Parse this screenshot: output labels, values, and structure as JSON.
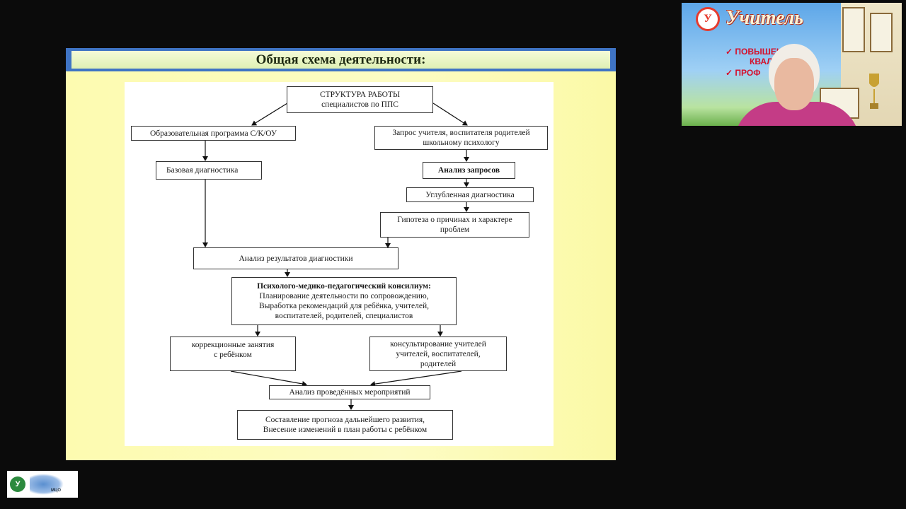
{
  "slide": {
    "title": "Общая схема деятельности:"
  },
  "diagram": {
    "structure": [
      "СТРУКТУРА  РАБОТЫ",
      "специалистов по ППС"
    ],
    "edu_program": "Образовательная программа С/К/ОУ",
    "teacher_request": [
      "Запрос учителя, воспитателя родителей",
      "школьному психологу"
    ],
    "basic_diagnostics": "Базовая диагностика",
    "request_analysis": "Анализ запросов",
    "deep_diagnostics": "Углубленная диагностика",
    "hypothesis": [
      "Гипотеза о причинах и характере",
      "проблем"
    ],
    "results_analysis": "Анализ результатов диагностики",
    "council": [
      "Психолого-медико-педагогический  консилиум:",
      "Планирование деятельности по сопровождению,",
      "Выработка рекомендаций для ребёнка, учителей,",
      "воспитателей, родителей, специалистов"
    ],
    "correction": [
      "коррекционные занятия",
      "с ребёнком"
    ],
    "consulting": [
      "консультирование учителей",
      "учителей, воспитателей,",
      "родителей"
    ],
    "events_analysis": "Анализ проведённых мероприятий",
    "forecast": [
      "Составление прогноза дальнейшего развития,",
      "Внесение изменений в план работы с ребёнком"
    ]
  },
  "webcam": {
    "poster_logo": "У",
    "poster_brand": "Учитель",
    "poster_line1": "✓ ПОВЫШЕНИ",
    "poster_line2": "КВАЛ",
    "poster_line3": "✓ ПРОФ"
  },
  "footer": {
    "logo_mark": "У",
    "logo_caption": "МЦО"
  },
  "colors": {
    "slide_bg": "#fdfbb0",
    "title_frame": "#3f74c4",
    "title_fill": "#e6f3c0"
  }
}
